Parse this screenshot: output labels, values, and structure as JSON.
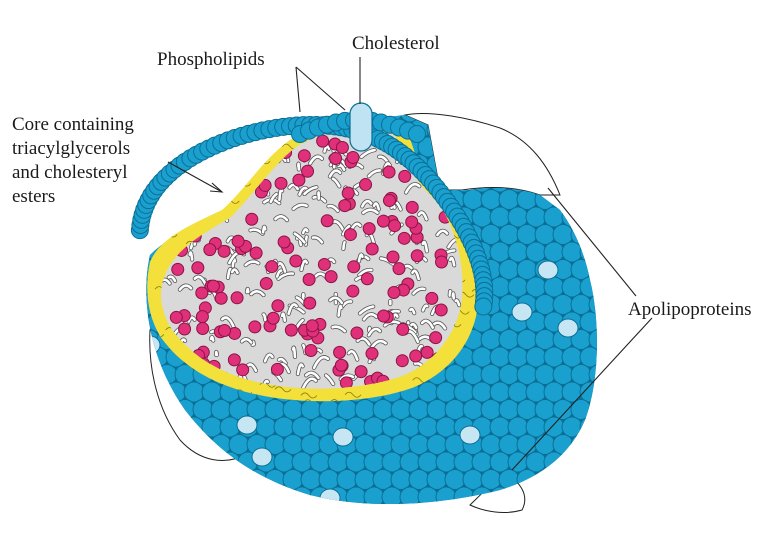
{
  "labels": {
    "phospholipids": "Phospholipids",
    "cholesterol": "Cholesterol",
    "core_lines": [
      "Core containing",
      "triacylglycerols",
      "and cholesteryl",
      "esters"
    ],
    "apolipoproteins": "Apolipoproteins"
  },
  "colors": {
    "phospholipid_head": "#1aa0cf",
    "phospholipid_head_edge": "#0b6f95",
    "tail_layer": "#f3e03a",
    "core_lipid_head": "#e0307a",
    "core_lipid_edge": "#8a1446",
    "core_tail": "#ffffff",
    "cholesterol": "#bfe3f2",
    "apolipoprotein": "#c6e6f3",
    "outline": "#222222"
  }
}
